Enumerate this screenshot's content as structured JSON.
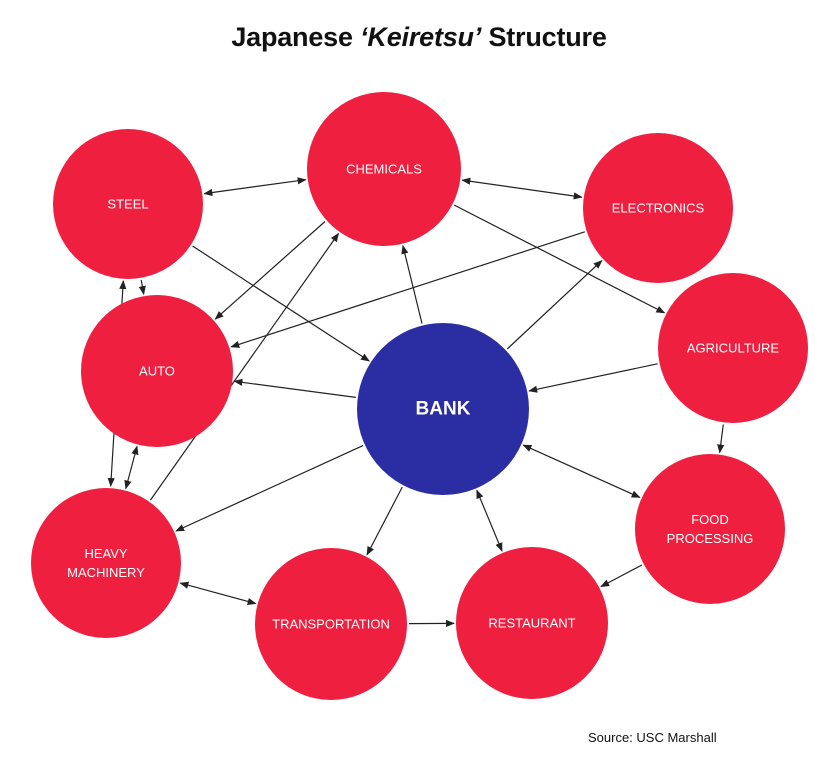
{
  "title": {
    "prefix": "Japanese ",
    "emphasis": "‘Keiretsu’",
    "suffix": " Structure"
  },
  "source": "Source: USC Marshall",
  "colors": {
    "company_fill": "#ee1f3f",
    "bank_fill": "#2b2ea3",
    "arrow": "#222222",
    "text": "#ffffff"
  },
  "nodes": [
    {
      "id": "steel",
      "lines": [
        "STEEL"
      ]
    },
    {
      "id": "chemicals",
      "lines": [
        "CHEMICALS"
      ]
    },
    {
      "id": "electronics",
      "lines": [
        "ELECTRONICS"
      ]
    },
    {
      "id": "auto",
      "lines": [
        "AUTO"
      ]
    },
    {
      "id": "agriculture",
      "lines": [
        "AGRICULTURE"
      ]
    },
    {
      "id": "bank",
      "lines": [
        "BANK"
      ]
    },
    {
      "id": "heavy-machinery",
      "lines": [
        "HEAVY",
        "MACHINERY"
      ]
    },
    {
      "id": "food-processing",
      "lines": [
        "FOOD",
        "PROCESSING"
      ]
    },
    {
      "id": "transportation",
      "lines": [
        "TRANSPORTATION"
      ]
    },
    {
      "id": "restaurant",
      "lines": [
        "RESTAURANT"
      ]
    }
  ],
  "edges": [
    {
      "from": "steel",
      "to": "chemicals",
      "bidirectional": true
    },
    {
      "from": "chemicals",
      "to": "electronics",
      "bidirectional": true
    },
    {
      "from": "steel",
      "to": "auto",
      "bidirectional": false
    },
    {
      "from": "steel",
      "to": "heavy-machinery",
      "bidirectional": true
    },
    {
      "from": "steel",
      "to": "bank",
      "bidirectional": false
    },
    {
      "from": "chemicals",
      "to": "agriculture",
      "bidirectional": false
    },
    {
      "from": "chemicals",
      "to": "auto",
      "bidirectional": false
    },
    {
      "from": "heavy-machinery",
      "to": "chemicals",
      "bidirectional": false
    },
    {
      "from": "bank",
      "to": "chemicals",
      "bidirectional": false
    },
    {
      "from": "electronics",
      "to": "auto",
      "bidirectional": false
    },
    {
      "from": "bank",
      "to": "electronics",
      "bidirectional": false
    },
    {
      "from": "agriculture",
      "to": "bank",
      "bidirectional": false
    },
    {
      "from": "agriculture",
      "to": "food-processing",
      "bidirectional": false
    },
    {
      "from": "bank",
      "to": "auto",
      "bidirectional": false
    },
    {
      "from": "bank",
      "to": "heavy-machinery",
      "bidirectional": false
    },
    {
      "from": "auto",
      "to": "heavy-machinery",
      "bidirectional": true
    },
    {
      "from": "bank",
      "to": "transportation",
      "bidirectional": false
    },
    {
      "from": "bank",
      "to": "restaurant",
      "bidirectional": true
    },
    {
      "from": "bank",
      "to": "food-processing",
      "bidirectional": true
    },
    {
      "from": "food-processing",
      "to": "restaurant",
      "bidirectional": false
    },
    {
      "from": "heavy-machinery",
      "to": "transportation",
      "bidirectional": true
    },
    {
      "from": "transportation",
      "to": "restaurant",
      "bidirectional": false
    }
  ]
}
